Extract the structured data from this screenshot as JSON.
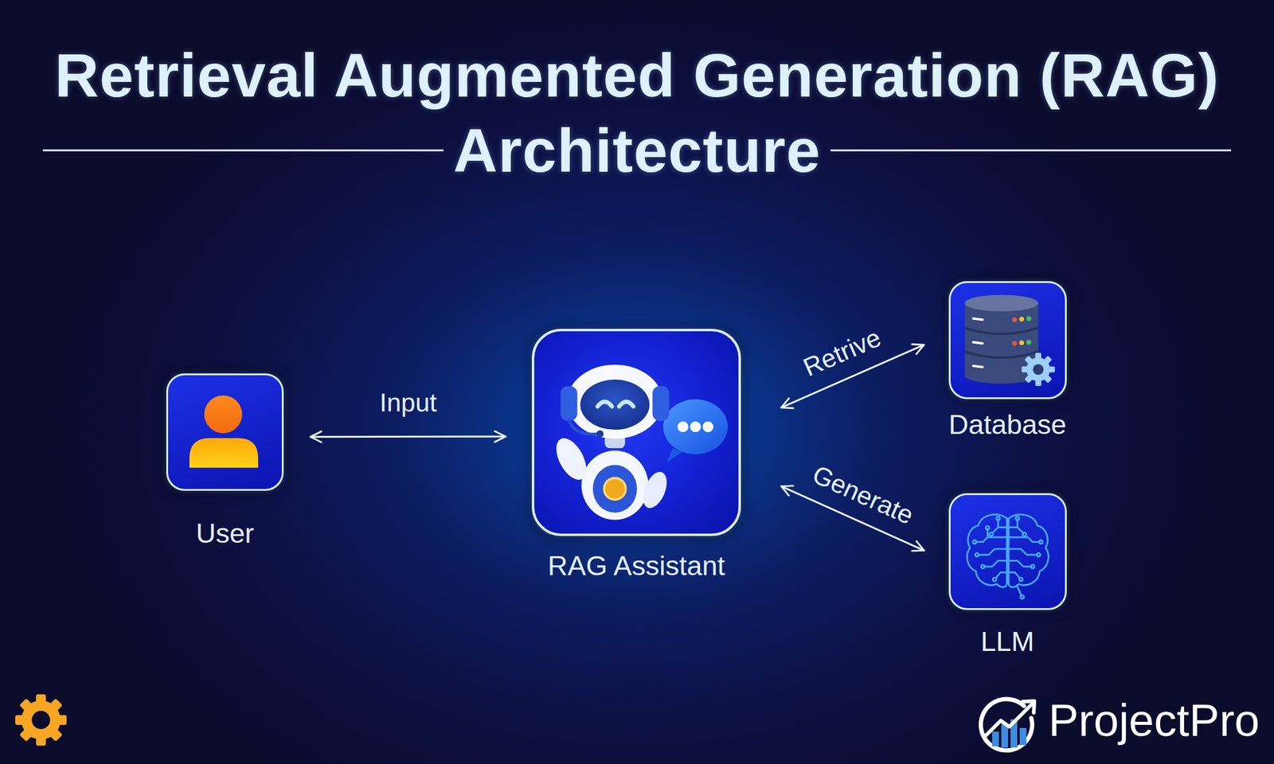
{
  "diagram": {
    "title": "Retrieval Augmented Generation (RAG) Architecture",
    "nodes": [
      {
        "text": [
          "User"
        ]
      },
      {
        "text": [
          "RAG Assistant"
        ]
      },
      {
        "text": [
          "Database"
        ]
      },
      {
        "text": [
          "LLM"
        ]
      }
    ],
    "edges": [
      {
        "from": 0,
        "to": 1,
        "arrow": "both",
        "label": "Input"
      },
      {
        "from": 1,
        "to": 2,
        "arrow": "both",
        "label": "Retrive"
      },
      {
        "from": 1,
        "to": 3,
        "arrow": "both",
        "label": "Generate"
      }
    ],
    "labels": [
      "ProjectPro"
    ]
  }
}
